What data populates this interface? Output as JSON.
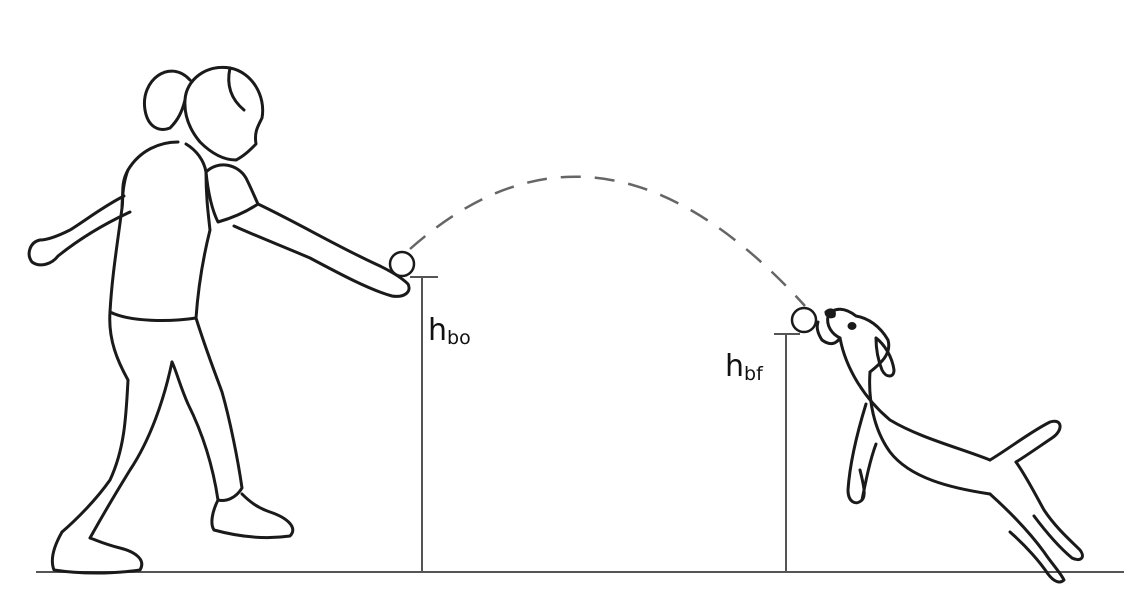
{
  "labels": {
    "initial_height": {
      "main": "h",
      "sub": "bo"
    },
    "final_height": {
      "main": "h",
      "sub": "bf"
    }
  },
  "colors": {
    "line": "#1a1a1a",
    "measure": "#555555",
    "trajectory": "#666666",
    "background": "#ffffff"
  }
}
